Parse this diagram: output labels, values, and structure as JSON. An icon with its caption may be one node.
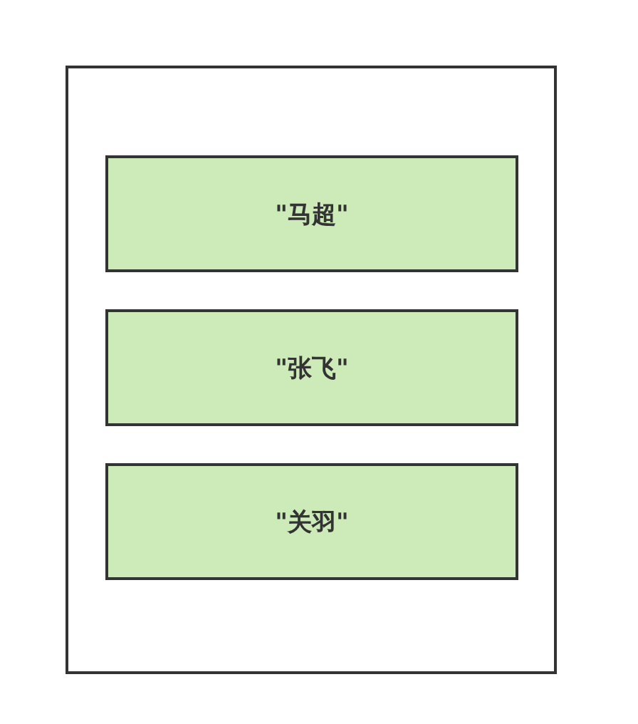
{
  "diagram": {
    "nodes": [
      {
        "text": [],
        "shape": "box"
      },
      {
        "text": [
          "\"马超\""
        ],
        "in": 0
      },
      {
        "text": [
          "\"张飞\""
        ],
        "in": 0
      },
      {
        "text": [
          "\"关羽\""
        ],
        "in": 0
      }
    ]
  }
}
